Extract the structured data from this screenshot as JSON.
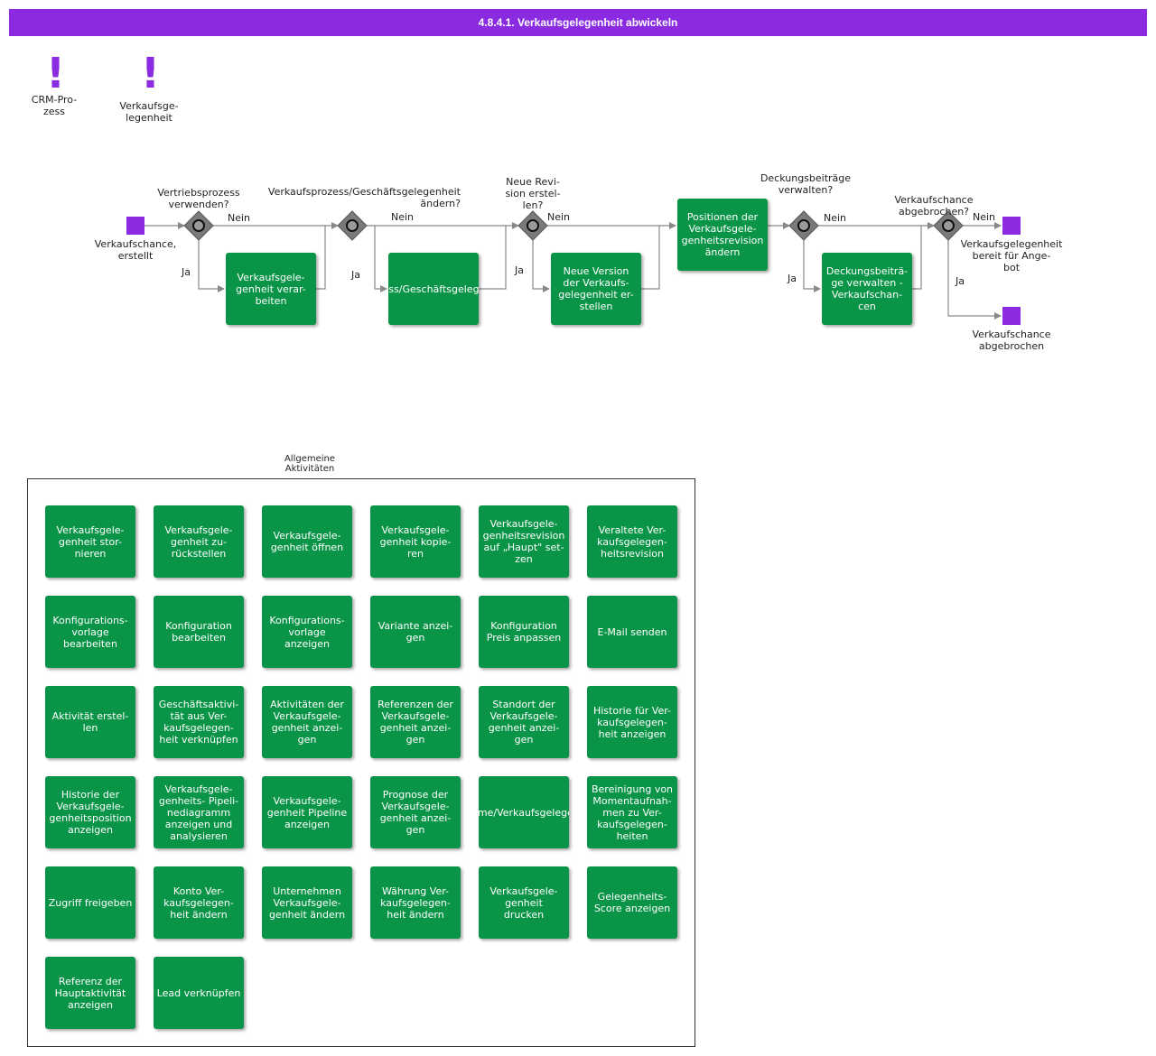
{
  "title": "4.8.4.1. Verkaufsgelegenheit abwickeln",
  "legend": [
    {
      "label": "CRM-Pro-\nzess"
    },
    {
      "label": "Verkaufsge-\nlegenheit"
    }
  ],
  "events": {
    "start": "Verkaufschance,\nerstellt",
    "end_offer": "Verkaufsgelegenheit\nbereit für     Ange-\nbot",
    "end_cancel": "Verkaufschance\nabgebrochen"
  },
  "gateways": [
    {
      "question": "Vertriebsprozess\nverwenden?",
      "no": "Nein",
      "yes": "Ja"
    },
    {
      "question": "Verkaufsprozess/Geschäftsgelegenheit\nändern?",
      "no": "Nein",
      "yes": "Ja"
    },
    {
      "question": "Neue Revi-\nsion erstel-\nlen?",
      "no": "Nein",
      "yes": "Ja"
    },
    {
      "question": "Deckungsbeiträge\nverwalten?",
      "no": "Nein",
      "yes": "Ja"
    },
    {
      "question": "Verkaufschance\nabgebrochen?",
      "no": "Nein",
      "yes": "Ja"
    }
  ],
  "tasks": [
    "Verkaufsgele-\ngenheit  verar-\nbeiten",
    "Verkaufsprozess/Geschäftsgelegenheit\nändern",
    "Neue Version\nder   Verkaufs-\ngelegenheit   er-\nstellen",
    "Positionen der\nVerkaufsgele-\ngenheitsrevision\nändern",
    "Deckungsbeiträ-\nge verwalten -\nVerkaufschan-\ncen"
  ],
  "general": {
    "label": "Allgemeine\nAktivitäten",
    "items": [
      "Verkaufsgele-\ngenheit   stor-\nnieren",
      "Verkaufsgele-\ngenheit   zu-\nrückstellen",
      "Verkaufsgele-\ngenheit  öffnen",
      "Verkaufsgele-\ngenheit  kopie-\nren",
      "Verkaufsgele-\ngenheitsrevision\nauf „Haupt\" set-\nzen",
      "Veraltete   Ver-\nkaufsgelegen-\nheitsrevision",
      "Konfigurations-\nvorlage\nbearbeiten",
      "Konfiguration\nbearbeiten",
      "Konfigurations-\nvorlage\nanzeigen",
      "Variante  anzei-\ngen",
      "Konfiguration\nPreis anpassen",
      "E-Mail senden",
      "Aktivität erstel-\nlen",
      "Geschäftsaktivi-\ntät  aus  Ver-\nkaufsgelegen-\nheit  verknüpfen",
      "Aktivitäten der\nVerkaufsgele-\ngenheit  anzei-\ngen",
      "Referenzen der\nVerkaufsgele-\ngenheit  anzei-\ngen",
      "Standort der\nVerkaufsgele-\ngenheit   anzei-\ngen",
      "Historie für  Ver-\nkaufsgelegen-\nheit  anzeigen",
      "Historie der\nVerkaufsgele-\ngenheitsposition\nanzeigen",
      "Verkaufsgele-\ngenheits- Pipeli-\nnediagramm\nanzeigen und\nanalysieren",
      "Verkaufsgele-\ngenheit  Pipeline\nanzeigen",
      "Prognose der\nVerkaufsgele-\ngenheit  anzei-\ngen",
      "Momentaufnahme/Verkaufsgelegenheit\nerstellen",
      "Bereinigung von\nMomentaufnah-\nmen  zu  Ver-\nkaufsgelegen-\nheiten",
      "Zugriff freigeben",
      "Konto   Ver-\nkaufsgelegen-\nheit  ändern",
      "Unternehmen\nVerkaufsgele-\ngenheit  ändern",
      "Währung  Ver-\nkaufsgelegen-\nheit  ändern",
      "Verkaufsgele-\ngenheit\ndrucken",
      "Gelegenheits-\nScore anzeigen",
      "Referenz der\nHauptaktivität\nanzeigen",
      "Lead verknüpfen"
    ]
  },
  "colors": {
    "title_bar": "#8a2be2",
    "task": "#0a9447",
    "event": "#8a2be2",
    "gateway": "#7a7a7a",
    "connector": "#888888"
  }
}
